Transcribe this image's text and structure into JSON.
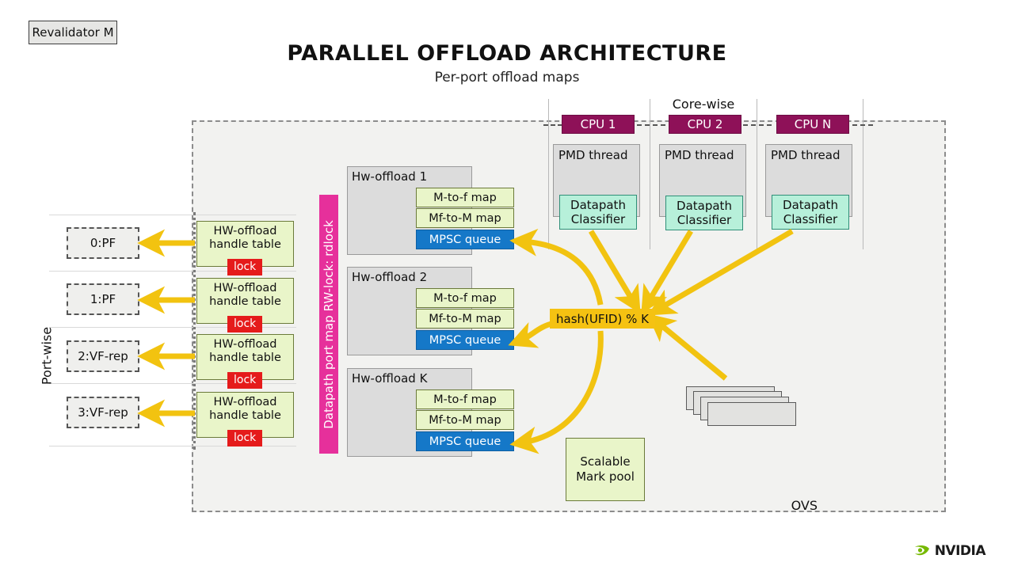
{
  "page": {
    "title": "PARALLEL OFFLOAD ARCHITECTURE",
    "subtitle": "Per-port offload maps",
    "ovs_label": "OVS"
  },
  "left_panel": {
    "axis_label": "Port-wise",
    "ports": [
      {
        "label": "0:PF"
      },
      {
        "label": "1:PF"
      },
      {
        "label": "2:VF-rep"
      },
      {
        "label": "3:VF-rep"
      }
    ],
    "handle_tables": [
      {
        "line1": "HW-offload",
        "line2": "handle table",
        "lock": "lock"
      },
      {
        "line1": "HW-offload",
        "line2": "handle table",
        "lock": "lock"
      },
      {
        "line1": "HW-offload",
        "line2": "handle table",
        "lock": "lock"
      },
      {
        "line1": "HW-offload",
        "line2": "handle table",
        "lock": "lock"
      }
    ]
  },
  "rwlock": {
    "label": "Datapath port map RW-lock: rdlock",
    "color": "#e6309b"
  },
  "hw_offloads": [
    {
      "title": "Hw-offload 1",
      "rows": [
        {
          "label": "M-to-f map",
          "kind": "map"
        },
        {
          "label": "Mf-to-M map",
          "kind": "map"
        },
        {
          "label": "MPSC queue",
          "kind": "queue"
        }
      ]
    },
    {
      "title": "Hw-offload 2",
      "rows": [
        {
          "label": "M-to-f map",
          "kind": "map"
        },
        {
          "label": "Mf-to-M map",
          "kind": "map"
        },
        {
          "label": "MPSC queue",
          "kind": "queue"
        }
      ]
    },
    {
      "title": "Hw-offload K",
      "rows": [
        {
          "label": "M-to-f map",
          "kind": "map"
        },
        {
          "label": "Mf-to-M map",
          "kind": "map"
        },
        {
          "label": "MPSC queue",
          "kind": "queue"
        }
      ]
    }
  ],
  "core_panel": {
    "axis_label": "Core-wise",
    "cpus": [
      {
        "chip": "CPU 1",
        "thread": "PMD thread",
        "classifier_line1": "Datapath",
        "classifier_line2": "Classifier"
      },
      {
        "chip": "CPU 2",
        "thread": "PMD thread",
        "classifier_line1": "Datapath",
        "classifier_line2": "Classifier"
      },
      {
        "chip": "CPU N",
        "thread": "PMD thread",
        "classifier_line1": "Datapath",
        "classifier_line2": "Classifier"
      }
    ]
  },
  "hash": {
    "label": "hash(UFID) % K"
  },
  "revalidator": {
    "label": "Revalidator M"
  },
  "mark_pool": {
    "line1": "Scalable",
    "line2": "Mark pool"
  },
  "brand": {
    "name": "NVIDIA"
  },
  "colors": {
    "arrow": "#f2c310",
    "queue": "#1578c8",
    "cpu_chip": "#8e1158",
    "lock": "#e51b1b",
    "green_box": "#e9f5c9",
    "mint_box": "#b7f0da",
    "hash_chip": "#f5c212",
    "panel_bg": "#f2f2f0",
    "nvidia_green": "#76b900"
  }
}
